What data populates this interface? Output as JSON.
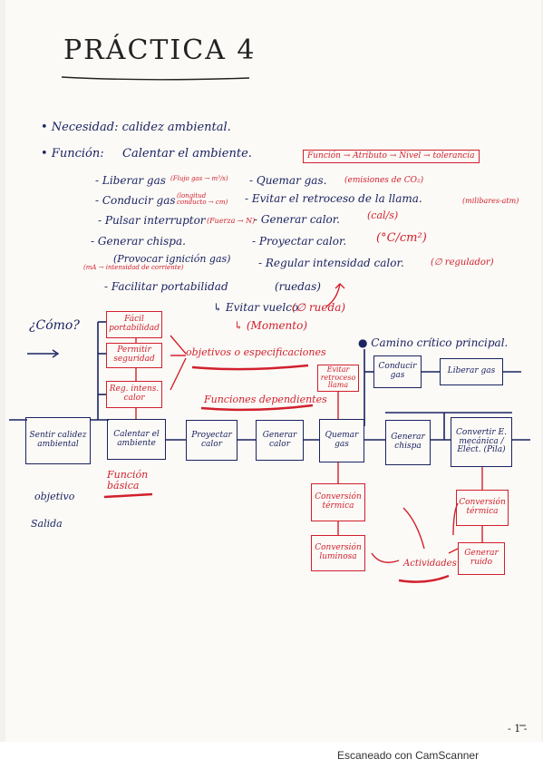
{
  "title": "PRÁCTICA 4",
  "necesidad": "• Necesidad: calidez ambiental.",
  "funcion": {
    "label": "• Función:",
    "text": "Calentar el ambiente.",
    "chain": "Función → Atributo → Nivel → tolerancia"
  },
  "list": [
    {
      "left": "- Liberar gas",
      "left_note": "(Flujo gas → m³/s)",
      "right": "- Quemar gas.",
      "right_note": "(emisiones de CO₂)"
    },
    {
      "left": "- Conducir gas",
      "left_note": "(longitud conducto → cm)",
      "right": "- Evitar el retroceso de la llama.",
      "right_note": "(milibares-atm)"
    },
    {
      "left": "- Pulsar interruptor",
      "left_note": "(Fuerza → N)",
      "right": "- Generar calor.",
      "right_note": "(cal/s)"
    },
    {
      "left": "- Generar chispa.",
      "left_note": "",
      "right": "- Proyectar calor.",
      "right_note": "(°C/cm²)"
    },
    {
      "left": "(Provocar ignición gas)",
      "left_note": "(mA → intensidad de corriente)",
      "right": "- Regular intensidad calor.",
      "right_note": "(∅ regulador)"
    },
    {
      "left": "- Facilitar portabilidad",
      "left_note": "(ruedas)",
      "right": "",
      "right_note": ""
    },
    {
      "left": "↳ Evitar vuelco",
      "left_note": "(∅ rueda)",
      "right": "",
      "right_note": ""
    },
    {
      "left": "↳ (Momento)",
      "left_note": "",
      "right": "",
      "right_note": ""
    }
  ],
  "como": "¿Cómo?",
  "camino": "● Camino crítico principal.",
  "objetivos": "objetivos o especificaciones",
  "funciones_dependientes": "Funciones dependientes",
  "funcion_basica": "Función básica",
  "objetivo": "objetivo",
  "salida": "Salida",
  "actividades": "Actividades",
  "boxes": {
    "facil": "Fácil portabilidad",
    "permitir": "Permitir seguridad",
    "reg": "Reg. intens. calor",
    "sentir": "Sentir calidez ambiental",
    "calentar": "Calentar el ambiente",
    "proyectar": "Proyectar calor",
    "generar_calor": "Generar calor",
    "evitar": "Evitar retroceso llama",
    "quemar": "Quemar gas",
    "conducir": "Conducir gas",
    "liberar": "Liberar gas",
    "chispa": "Generar chispa",
    "convertir": "Convertir E. mecánica / Eléct. (Pila)",
    "conv_termica1": "Conversión térmica",
    "conv_luminosa": "Conversión luminosa",
    "conv_termica2": "Conversión térmica",
    "generar_ruido": "Generar ruido"
  },
  "page_number": "- 1 -",
  "scanner": "Escaneado con CamScanner"
}
